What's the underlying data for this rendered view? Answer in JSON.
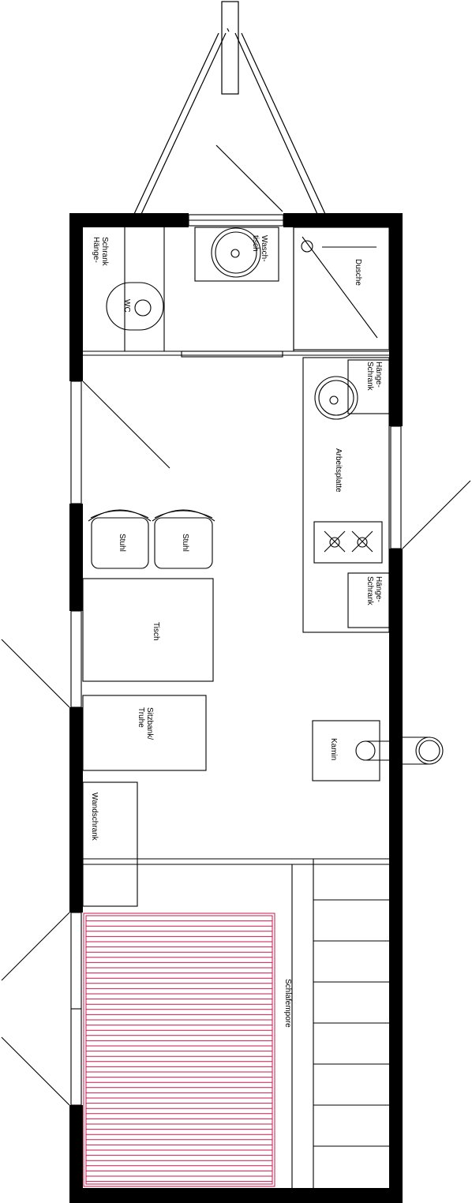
{
  "labels": {
    "haenge1_l1": "Hänge-",
    "haenge1_l2": "Schrank",
    "wc": "WC",
    "wasch_l1": "Wasch-",
    "wasch_l2": "tisch",
    "dusche": "Dusche",
    "haenge2_l1": "Hänge-",
    "haenge2_l2": "Schrank",
    "arbeitsplatte": "Arbeitsplatte",
    "haenge3_l1": "Hänge-",
    "haenge3_l2": "Schrank",
    "stuhl1": "Stuhl",
    "stuhl2": "Stuhl",
    "tisch": "Tisch",
    "sitzbank_l1": "Sitzbank/",
    "sitzbank_l2": "Truhe",
    "kamin": "Kamin",
    "wandschrank": "Wandschrank",
    "schlafempore": "Schlafempore"
  },
  "colors": {
    "wall": "#000000",
    "line": "#000000",
    "sleeping_loft": "#c8194b"
  }
}
